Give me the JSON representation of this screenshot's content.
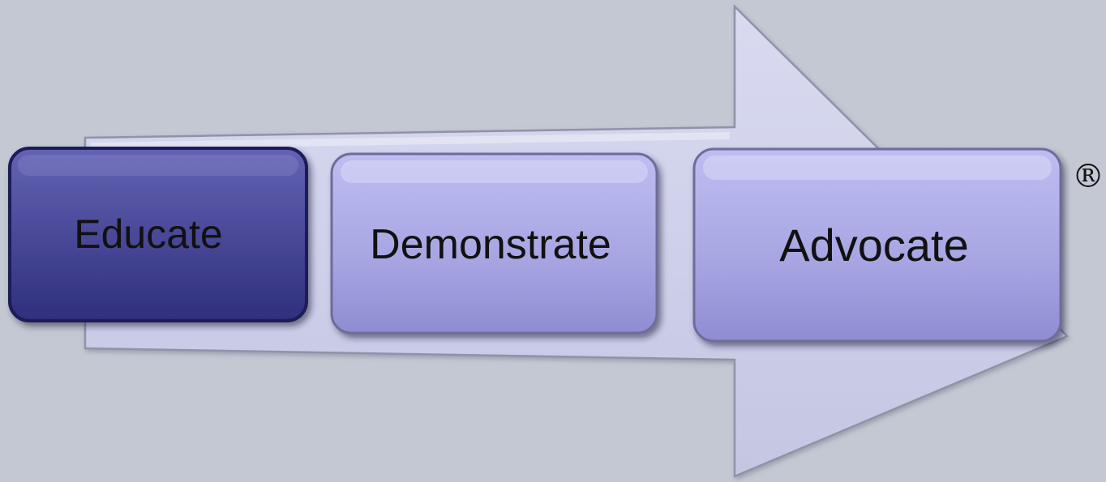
{
  "diagram": {
    "steps": [
      {
        "label": "Educate",
        "state": "active"
      },
      {
        "label": "Demonstrate",
        "state": "inactive"
      },
      {
        "label": "Advocate",
        "state": "inactive"
      }
    ],
    "registered_mark": "®",
    "colors": {
      "background": "#c3c8d3",
      "arrow_fill": "#cfd1e8",
      "arrow_edge": "#8f93a8",
      "active_box_top": "#5b5aa8",
      "active_box_bottom": "#2f2e7e",
      "inactive_box_top": "#b9b8ee",
      "inactive_box_bottom": "#8e8cd2",
      "text": "#111111"
    }
  }
}
